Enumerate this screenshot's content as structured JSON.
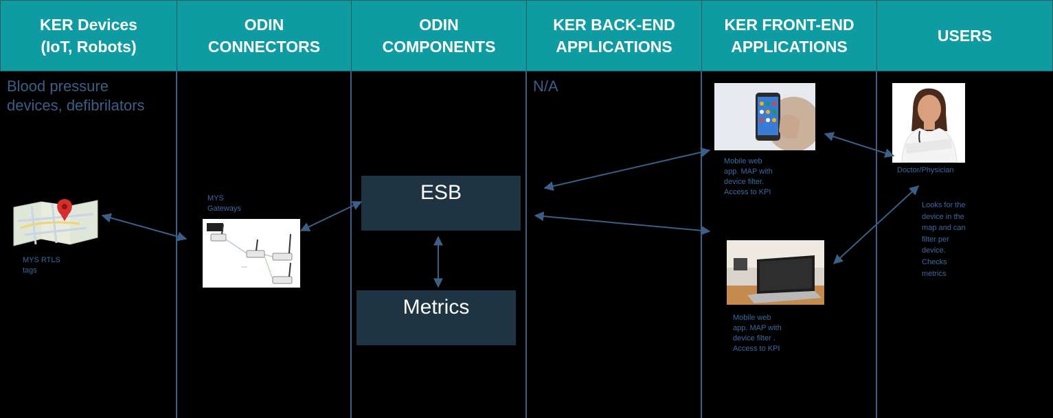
{
  "headers": [
    "KER Devices\n(IoT, Robots)",
    "ODIN\nCONNECTORS",
    "ODIN\nCOMPONENTS",
    "KER BACK-END\nAPPLICATIONS",
    "KER FRONT-END\nAPPLICATIONS",
    "USERS"
  ],
  "devices_text": "Blood pressure\ndevices, defibrilators",
  "backend_text": "N/A",
  "rtls_label": "MYS RTLS\ntags",
  "gateways_label": "MYS\nGateways",
  "esb_label": "ESB",
  "metrics_label": "Metrics",
  "mobile_label_top": "Mobile web\napp. MAP with\ndevice filter.\nAccess to KPI",
  "mobile_label_bottom": "Mobile web\napp. MAP with\ndevice filter .\nAccess to KPI",
  "doctor_label": "Doctor/Physician",
  "doctor_desc": "Looks for the\ndevice in the\nmap and can\nfilter per\ndevice.\nChecks\nmetrics",
  "colors": {
    "header_bg": "#0e9ba1",
    "box_bg": "#1e3443",
    "line": "#3b5f86",
    "text_blue": "#3b5f86"
  },
  "icons": [
    "map-pin-icon",
    "router-icon",
    "smartphone-icon",
    "laptop-icon",
    "doctor-photo"
  ]
}
